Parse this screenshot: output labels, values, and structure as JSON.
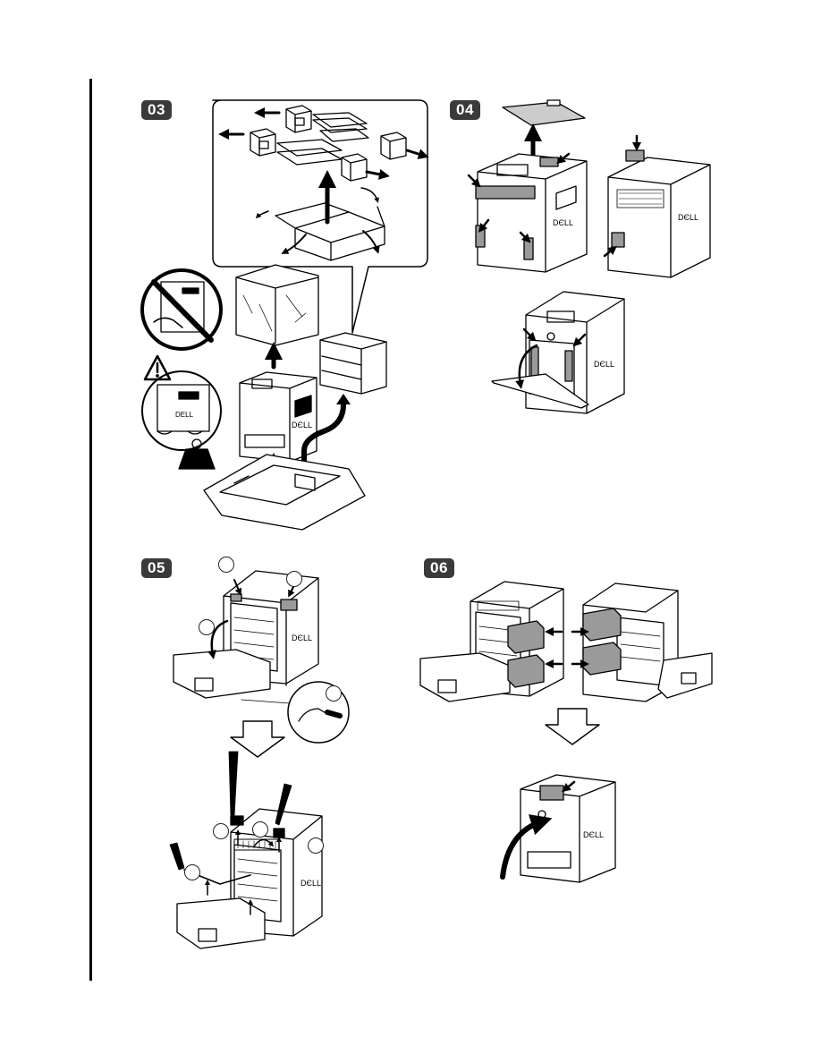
{
  "steps": [
    {
      "label": "03"
    },
    {
      "label": "04"
    },
    {
      "label": "05"
    },
    {
      "label": "06"
    }
  ],
  "brand_mark": "DЄLL",
  "icons": [
    "no-lift-by-panel-icon",
    "warning-icon",
    "weight-icon",
    "move-arrow-icon",
    "down-arrow-icon"
  ],
  "colors": {
    "ink": "#000000",
    "badge": "#3a3a3a",
    "tape": "#9a9a9a",
    "fill": "#ffffff"
  }
}
